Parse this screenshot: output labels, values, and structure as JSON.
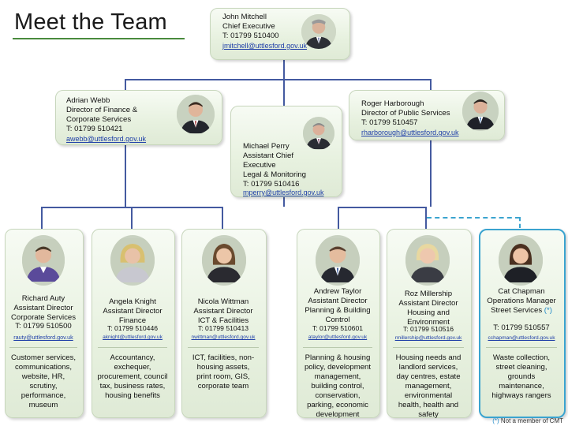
{
  "page_title": "Meet the Team",
  "ceo": {
    "name": "John Mitchell",
    "role": "Chief Executive",
    "phone": "T: 01799 510400",
    "email": "jmitchell@uttlesford.gov.uk"
  },
  "directors": [
    {
      "name": "Adrian Webb",
      "role_lines": [
        "Director of Finance &",
        "Corporate Services"
      ],
      "phone": "T: 01799 510421",
      "email": "awebb@uttlesford.gov.uk"
    },
    {
      "name": "Roger Harborough",
      "role_lines": [
        "Director of  Public Services"
      ],
      "phone": "T: 01799 510457",
      "email": "rharborough@uttlesford.gov.uk"
    }
  ],
  "assistant_ceo": {
    "name": "Michael Perry",
    "role_lines": [
      "Assistant Chief",
      "Executive",
      "Legal & Monitoring"
    ],
    "phone": "T: 01799 510416",
    "email": "mperry@uttlesford.gov.uk"
  },
  "staff": [
    {
      "name": "Richard Auty",
      "role": "Assistant Director Corporate Services",
      "phone": "T: 01799 510500",
      "email": "rauty@uttlesford.gov.uk",
      "remit": "Customer services, communications, website, HR, scrutiny, performance, museum"
    },
    {
      "name": "Angela Knight",
      "role": "Assistant Director Finance",
      "phone": "T: 01799 510446",
      "email": "aknight@uttlesford.gov.uk",
      "remit": "Accountancy, exchequer, procurement, council tax, business rates, housing benefits"
    },
    {
      "name": "Nicola Wittman",
      "role": "Assistant Director ICT & Facilities",
      "phone": "T: 01799 510413",
      "email": "nwittman@uttlesford.gov.uk",
      "remit": "ICT, facilities, non-housing assets, print room, GIS, corporate team"
    },
    {
      "name": "Andrew Taylor",
      "role": "Assistant Director Planning & Building Control",
      "phone": "T: 01799 510601",
      "email": "ataylor@uttlesford.gov.uk",
      "remit": "Planning & housing policy, development management, building control, conservation, parking, economic development"
    },
    {
      "name": "Roz Millership",
      "role": "Assistant Director Housing and Environment",
      "phone": "T: 01799 510516",
      "email": "rmillership@uttlesford.gov.uk",
      "remit": "Housing needs and landlord services, day centres, estate management, environmental health, health and safety"
    },
    {
      "name": "Cat Chapman",
      "role": "Operations Manager Street Services",
      "role_marker": "(*)",
      "phone": "T: 01799 510557",
      "email": "cchapman@uttlesford.gov.uk",
      "remit": "Waste collection, street cleaning, grounds maintenance, highways rangers"
    }
  ],
  "footnote": {
    "marker": "(*)",
    "text": " Not a member of CMT"
  },
  "colors": {
    "title_rule": "#4a8a3d",
    "card_bg": "#e7f1df",
    "connector": "#445aa0",
    "dotted_link": "#3aa3cf",
    "email": "#1f3fa8"
  },
  "icons": {
    "photo": "portrait-photo-icon"
  }
}
